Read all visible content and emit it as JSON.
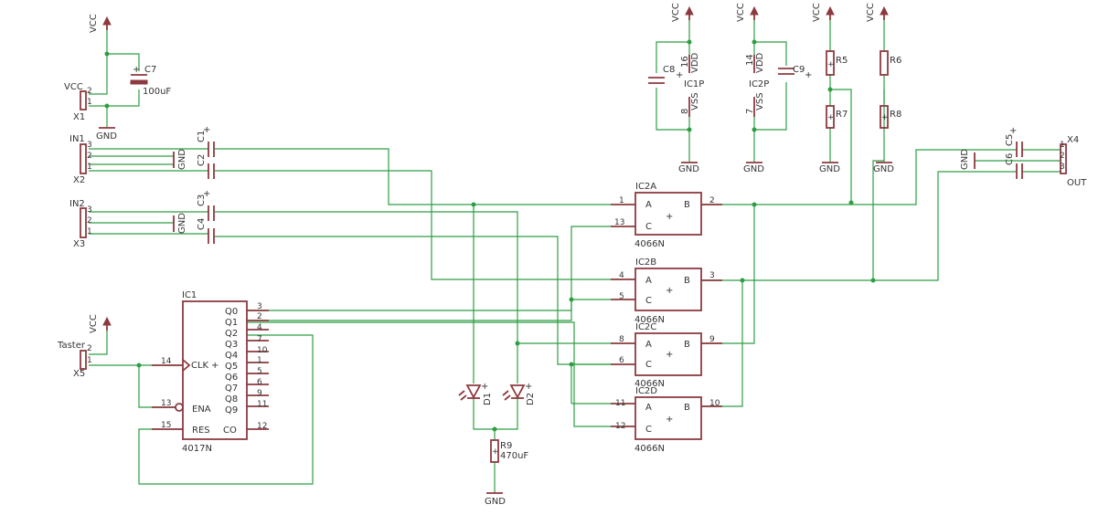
{
  "labels": {
    "vcc": "VCC",
    "gnd": "GND",
    "x1": "X1",
    "x2": "X2",
    "x3": "X3",
    "x4": "X4",
    "x5": "X5",
    "in1": "IN1",
    "in2": "IN2",
    "out": "OUT",
    "taster": "Taster",
    "c1": "C1",
    "c2": "C2",
    "c3": "C3",
    "c4": "C4",
    "c5": "C5",
    "c6": "C6",
    "c7": "C7",
    "c7_value": "100uF",
    "c8": "C8",
    "c9": "C9",
    "r5": "R5",
    "r6": "R6",
    "r7": "R7",
    "r8": "R8",
    "r9": "R9",
    "r9_value": "470uF",
    "d1": "D1",
    "d2": "D2",
    "ic1p": "IC1P",
    "ic2p": "IC2P",
    "vdd": "VDD",
    "vss": "VSS",
    "ic1": "IC1",
    "ic1_type": "4017N",
    "ic2a": "IC2A",
    "ic2b": "IC2B",
    "ic2c": "IC2C",
    "ic2d": "IC2D",
    "ic2_type": "4066N",
    "pin_a": "A",
    "pin_b": "B",
    "pin_c": "C",
    "plus": "+",
    "clk": "CLK",
    "ena": "ENA",
    "res": "RES",
    "co": "CO",
    "q0": "Q0",
    "q1": "Q1",
    "q2": "Q2",
    "q3": "Q3",
    "q4": "Q4",
    "q5": "Q5",
    "q6": "Q6",
    "q7": "Q7",
    "q8": "Q8",
    "q9": "Q9"
  },
  "pins": {
    "p1": "1",
    "p2": "2",
    "p3": "3",
    "p4": "4",
    "p5": "5",
    "p6": "6",
    "p7": "7",
    "p8": "8",
    "p9": "9",
    "p10": "10",
    "p11": "11",
    "p12": "12",
    "p13": "13",
    "p14": "14",
    "p15": "15",
    "p16": "16"
  },
  "colors": {
    "wire": "#2e9e43",
    "part": "#8c3a3f",
    "text": "#333333",
    "background": "#ffffff"
  }
}
